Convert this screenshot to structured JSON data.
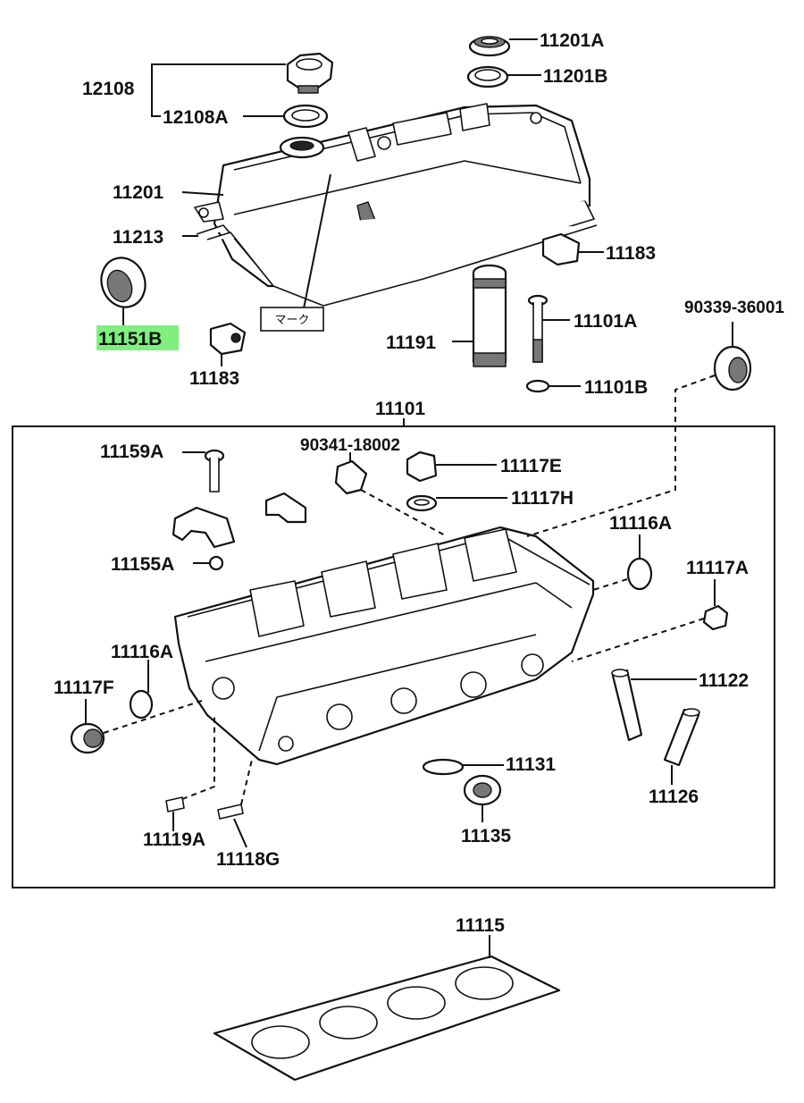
{
  "callouts": {
    "c11201A": "11201A",
    "c11201B": "11201B",
    "c12108": "12108",
    "c12108A": "12108A",
    "c11201": "11201",
    "c11213": "11213",
    "c11183_right": "11183",
    "c11183_left": "11183",
    "c11151B": "11151B",
    "c11191": "11191",
    "c11101A": "11101A",
    "c11101B": "11101B",
    "c90339": "90339-36001",
    "c11101": "11101",
    "c11159A": "11159A",
    "c90341": "90341-18002",
    "c11117E": "11117E",
    "c11117H": "11117H",
    "c11116A_right": "11116A",
    "c11155A": "11155A",
    "c11117A": "11117A",
    "c11116A_left": "11116A",
    "c11117F": "11117F",
    "c11122": "11122",
    "c11131": "11131",
    "c11126": "11126",
    "c11135": "11135",
    "c11119A": "11119A",
    "c11118G": "11118G",
    "c11115": "11115"
  },
  "mark_label": "マーク",
  "highlight_color": "#7ff07f"
}
